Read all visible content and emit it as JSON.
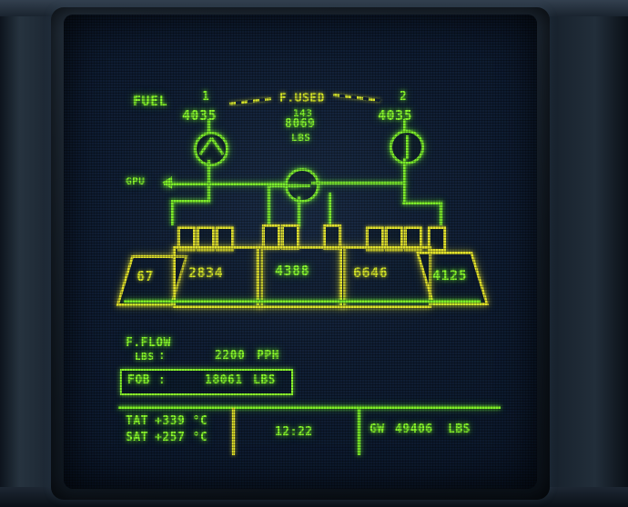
{
  "display": {
    "name": "fuel-synoptic-page",
    "accent_green": "#8cff2e",
    "accent_amber": "#e3e32c",
    "screen_bg": "#0f1d33"
  },
  "header": {
    "page_title": "FUEL"
  },
  "feed_tanks": [
    {
      "id": "engine-1",
      "label": "1",
      "quantity": "4035"
    },
    {
      "id": "engine-2",
      "label": "2",
      "quantity": "4035"
    }
  ],
  "fuel_used": {
    "label": "F.USED",
    "line1": "143",
    "line2": "8069",
    "units": "LBS"
  },
  "gpu": {
    "label": "GPU"
  },
  "tank_quantities": [
    {
      "id": "tank-left-outer",
      "value": "67"
    },
    {
      "id": "tank-left-inner",
      "value": "2834"
    },
    {
      "id": "tank-center",
      "value": "4388"
    },
    {
      "id": "tank-right-inner",
      "value": "6646"
    },
    {
      "id": "tank-right-outer",
      "value": "4125"
    }
  ],
  "fuel_flow": {
    "title": "F.FLOW",
    "sub_label": "LBS",
    "colon": ":",
    "value": "2200",
    "units": "PPH"
  },
  "fob": {
    "label": "FOB",
    "colon": ":",
    "value": "18061",
    "units": "LBS"
  },
  "status_bar": {
    "tat_label": "TAT",
    "tat_value": "+339 °C",
    "sat_label": "SAT",
    "sat_value": "+257 °C",
    "clock": "12:22",
    "gw_label": "GW",
    "gw_value": "49406",
    "gw_units": "LBS"
  }
}
